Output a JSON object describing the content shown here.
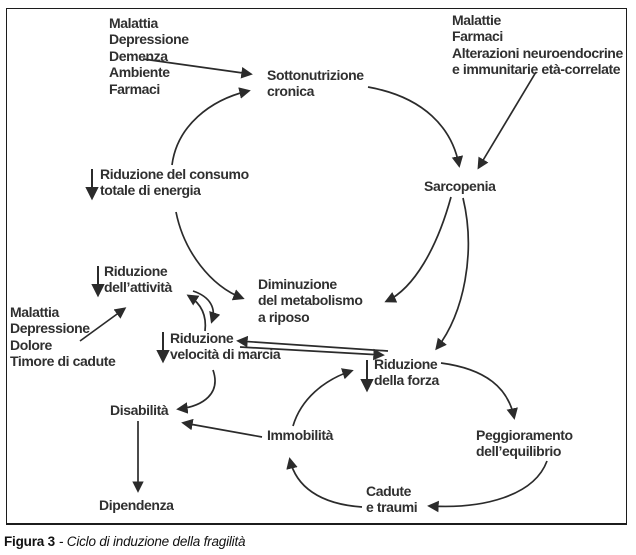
{
  "figure": {
    "colors": {
      "ink": "#2b2b2b",
      "background": "#ffffff"
    },
    "caption": {
      "label": "Figura 3",
      "title": "- Ciclo di induzione della fragilità"
    },
    "nodes": {
      "factors_top_left": "Malattia\nDepressione\nDemenza\nAmbiente\nFarmaci",
      "sottonutrizione": "Sottonutrizione\ncronica",
      "factors_top_right": "Malattie\nFarmaci\nAlterazioni neuroendocrine\ne immunitarie età-correlate",
      "sarcopenia": "Sarcopenia",
      "riduzione_consumo": "Riduzione del consumo\ntotale di energia",
      "riduzione_attivita": "Riduzione\ndell’attività",
      "factors_bottom_left": "Malattia\nDepressione\nDolore\nTimore di cadute",
      "diminuzione_metabolismo": "Diminuzione\ndel metabolismo\na riposo",
      "riduzione_velocita": "Riduzione\nvelocità di marcia",
      "riduzione_forza": "Riduzione\ndella forza",
      "disabilita": "Disabilità",
      "immobilita": "Immobilità",
      "peggioramento": "Peggioramento\ndell’equilibrio",
      "cadute": "Cadute\ne traumi",
      "dipendenza": "Dipendenza"
    },
    "edges": [
      {
        "from": "factors_top_left",
        "to": "sottonutrizione"
      },
      {
        "from": "factors_top_right",
        "to": "sarcopenia"
      },
      {
        "from": "sottonutrizione",
        "to": "sarcopenia"
      },
      {
        "from": "riduzione_consumo",
        "to": "sottonutrizione"
      },
      {
        "from": "riduzione_consumo",
        "to": "diminuzione_metabolismo"
      },
      {
        "from": "sarcopenia",
        "to": "diminuzione_metabolismo"
      },
      {
        "from": "sarcopenia",
        "to": "riduzione_forza"
      },
      {
        "from": "riduzione_attivita",
        "to": "riduzione_velocita"
      },
      {
        "from": "riduzione_velocita",
        "to": "riduzione_attivita"
      },
      {
        "from": "riduzione_forza",
        "to": "riduzione_velocita"
      },
      {
        "from": "riduzione_velocita",
        "to": "riduzione_forza"
      },
      {
        "from": "factors_bottom_left",
        "to": "riduzione_attivita"
      },
      {
        "from": "riduzione_velocita",
        "to": "disabilita"
      },
      {
        "from": "immobilita",
        "to": "disabilita"
      },
      {
        "from": "disabilita",
        "to": "dipendenza"
      },
      {
        "from": "riduzione_forza",
        "to": "peggioramento"
      },
      {
        "from": "peggioramento",
        "to": "cadute"
      },
      {
        "from": "cadute",
        "to": "immobilita"
      },
      {
        "from": "immobilita",
        "to": "riduzione_forza"
      }
    ]
  }
}
